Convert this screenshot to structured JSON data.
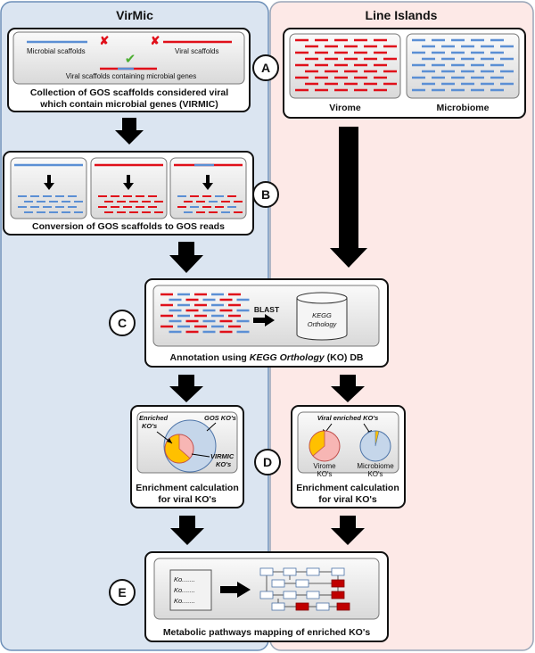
{
  "panels": {
    "left_title": "VirMic",
    "right_title": "Line Islands"
  },
  "steps": {
    "a": "A",
    "b": "B",
    "c": "C",
    "d": "D",
    "e": "E"
  },
  "box_a": {
    "microbial_scaffolds": "Microbial scaffolds",
    "viral_scaffolds": "Viral scaffolds",
    "viral_with_genes": "Viral scaffolds containing microbial genes",
    "caption_line1": "Collection of GOS scaffolds considered viral",
    "caption_line2": "which contain microbial genes (VIRMIC)"
  },
  "box_a_right": {
    "virome": "Virome",
    "microbiome": "Microbiome"
  },
  "box_b": {
    "caption": "Conversion of GOS scaffolds to GOS reads"
  },
  "box_c": {
    "blast": "BLAST",
    "db_line1": "KEGG",
    "db_line2": "Orthology",
    "caption_prefix": "Annotation using ",
    "caption_italic": "KEGG Orthology",
    "caption_suffix": " (KO) DB"
  },
  "box_d_left": {
    "enriched_line1": "Enriched",
    "enriched_line2": "KO's",
    "gos_kos": "GOS KO's",
    "virmic_line1": "VIRMIC",
    "virmic_line2": "KO's",
    "caption_line1": "Enrichment calculation",
    "caption_line2": "for viral KO's"
  },
  "box_d_right": {
    "viral_enriched": "Viral enriched KO's",
    "virome_line1": "Virome",
    "virome_line2": "KO's",
    "microbiome_line1": "Microbiome",
    "microbiome_line2": "KO's",
    "caption_line1": "Enrichment calculation",
    "caption_line2": "for viral KO's"
  },
  "box_e": {
    "ko_list": [
      "Ko.......",
      "Ko.......",
      "Ko......."
    ],
    "caption": "Metabolic pathways mapping of enriched KO's"
  },
  "colors": {
    "left_panel": "#dbe5f1",
    "right_panel": "#fde9e7",
    "microbial_blue": "#5b8fd4",
    "viral_red": "#e0101a",
    "enriched_yellow": "#ffc000",
    "check_green": "#4cae32"
  }
}
